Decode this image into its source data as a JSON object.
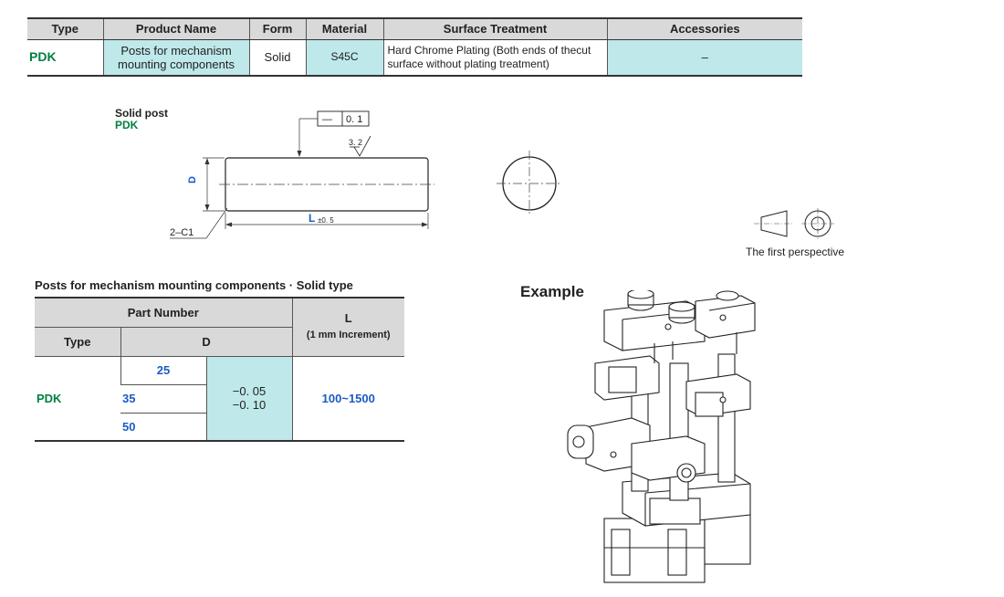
{
  "spec_table": {
    "headers": [
      "Type",
      "Product Name",
      "Form",
      "Material",
      "Surface Treatment",
      "Accessories"
    ],
    "row": {
      "type": "PDK",
      "product_name_line1": "Posts for mechanism",
      "product_name_line2": "mounting components",
      "form": "Solid",
      "material": "S45C",
      "surface_line1": "Hard Chrome Plating (Both ends of thecut",
      "surface_line2": "surface without plating treatment)",
      "accessories": "–"
    }
  },
  "drawing": {
    "title": "Solid post",
    "type": "PDK",
    "tolerance_symbol": "—",
    "tolerance_value": "0. 1",
    "roughness": "3. 2",
    "diameter_label": "D",
    "length_label": "L",
    "length_tol": "±0. 5",
    "chamfer": "2–C1"
  },
  "perspective_label": "The first perspective",
  "part_table": {
    "caption": "Posts for mechanism mounting components · Solid type",
    "header_part_number": "Part Number",
    "header_type": "Type",
    "header_d": "D",
    "header_l": "L",
    "header_l_sub": "(1 mm Increment)",
    "type": "PDK",
    "d_values": [
      "25",
      "35",
      "50"
    ],
    "tol_upper": "−0. 05",
    "tol_lower": "−0. 10",
    "l_range": "100~1500"
  },
  "example_label": "Example"
}
